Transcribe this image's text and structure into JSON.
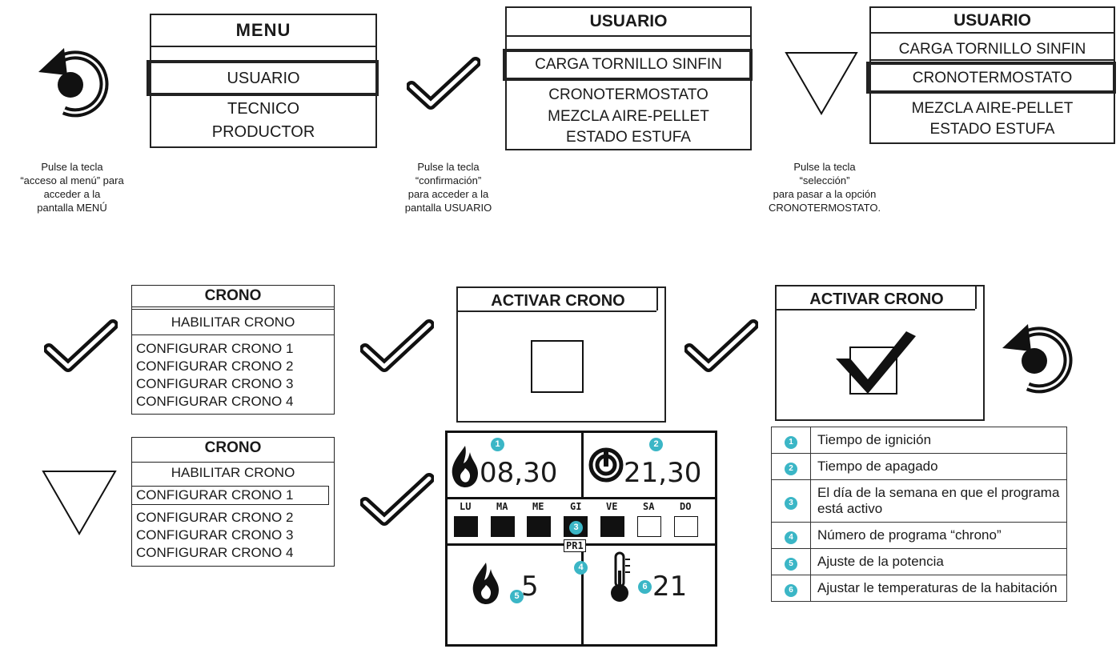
{
  "menu": {
    "title": "MENU",
    "items": [
      "USUARIO",
      "TECNICO",
      "PRODUCTOR"
    ]
  },
  "usuario1": {
    "title": "USUARIO",
    "items": [
      "CARGA TORNILLO SINFIN",
      "CRONOTERMOSTATO",
      "MEZCLA AIRE-PELLET",
      "ESTADO ESTUFA"
    ]
  },
  "usuario2": {
    "title": "USUARIO",
    "items": [
      "CARGA TORNILLO SINFIN",
      "CRONOTERMOSTATO",
      "MEZCLA AIRE-PELLET",
      "ESTADO ESTUFA"
    ]
  },
  "captions": {
    "c1": [
      "Pulse la tecla",
      "“acceso al menú” para",
      "acceder a la",
      "pantalla MENÚ"
    ],
    "c2": [
      "Pulse la tecla",
      "“confirmación”",
      "para acceder a la",
      "pantalla USUARIO"
    ],
    "c3": [
      "Pulse la tecla",
      "“selección”",
      "para pasar a la opción",
      "CRONOTERMOSTATO."
    ]
  },
  "crono1": {
    "title": "CRONO",
    "items": [
      "HABILITAR CRONO",
      "CONFIGURAR CRONO 1",
      "CONFIGURAR CRONO 2",
      "CONFIGURAR CRONO 3",
      "CONFIGURAR CRONO 4"
    ]
  },
  "crono2": {
    "title": "CRONO",
    "items": [
      "HABILITAR CRONO",
      "CONFIGURAR CRONO 1",
      "CONFIGURAR CRONO 2",
      "CONFIGURAR CRONO 3",
      "CONFIGURAR CRONO 4"
    ]
  },
  "activar1": {
    "title": "ACTIVAR CRONO"
  },
  "activar2": {
    "title": "ACTIVAR CRONO"
  },
  "lcd": {
    "on_time": "08,30",
    "off_time": "21,30",
    "days": [
      "LU",
      "MA",
      "ME",
      "GI",
      "VE",
      "SA",
      "DO"
    ],
    "days_active": [
      true,
      true,
      true,
      true,
      true,
      false,
      false
    ],
    "program": "PR1",
    "power": "5",
    "temperature": "21",
    "badges": [
      "1",
      "2",
      "3",
      "4",
      "5",
      "6"
    ]
  },
  "legend": [
    {
      "num": "1",
      "text": "Tiempo de ignición"
    },
    {
      "num": "2",
      "text": "Tiempo de apagado"
    },
    {
      "num": "3",
      "text": "El día de la semana en que el programa está activo"
    },
    {
      "num": "4",
      "text": "Número de programa “chrono”"
    },
    {
      "num": "5",
      "text": "Ajuste de la potencia"
    },
    {
      "num": "6",
      "text": "Ajustar le temperaturas de la habitación"
    }
  ]
}
